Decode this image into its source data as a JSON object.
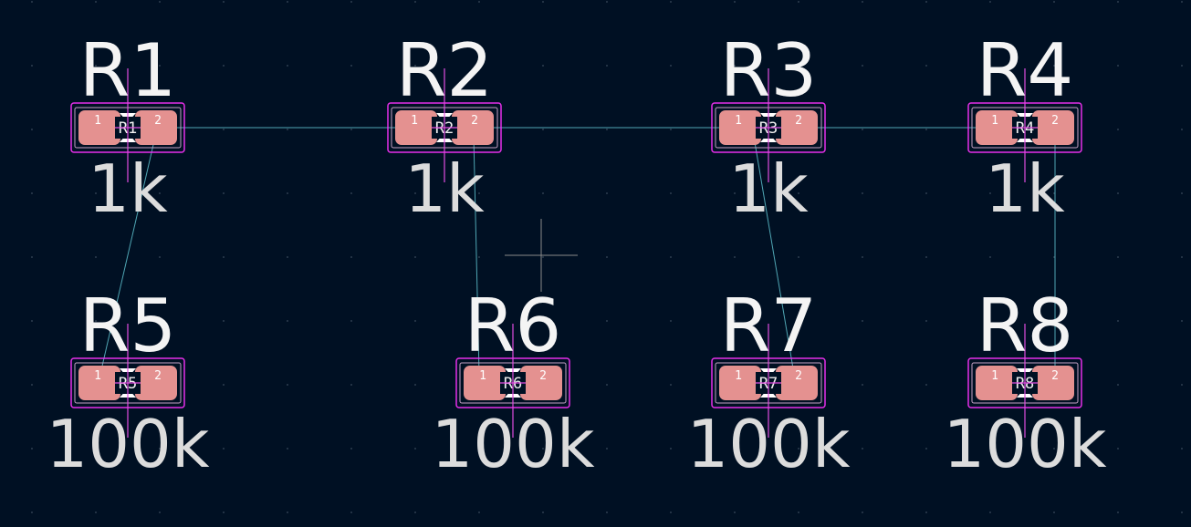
{
  "components": [
    {
      "ref": "R1",
      "value": "1k"
    },
    {
      "ref": "R2",
      "value": "1k"
    },
    {
      "ref": "R3",
      "value": "1k"
    },
    {
      "ref": "R4",
      "value": "1k"
    },
    {
      "ref": "R5",
      "value": "100k"
    },
    {
      "ref": "R6",
      "value": "100k"
    },
    {
      "ref": "R7",
      "value": "100k"
    },
    {
      "ref": "R8",
      "value": "100k"
    }
  ],
  "pads": {
    "pin1": "1",
    "pin2": "2"
  },
  "colors": {
    "background": "#001023",
    "pad": "#e49190",
    "courtyard": "#ff33ff",
    "ratsnest": "#4fa6b4",
    "text": "#f4f4f4"
  }
}
